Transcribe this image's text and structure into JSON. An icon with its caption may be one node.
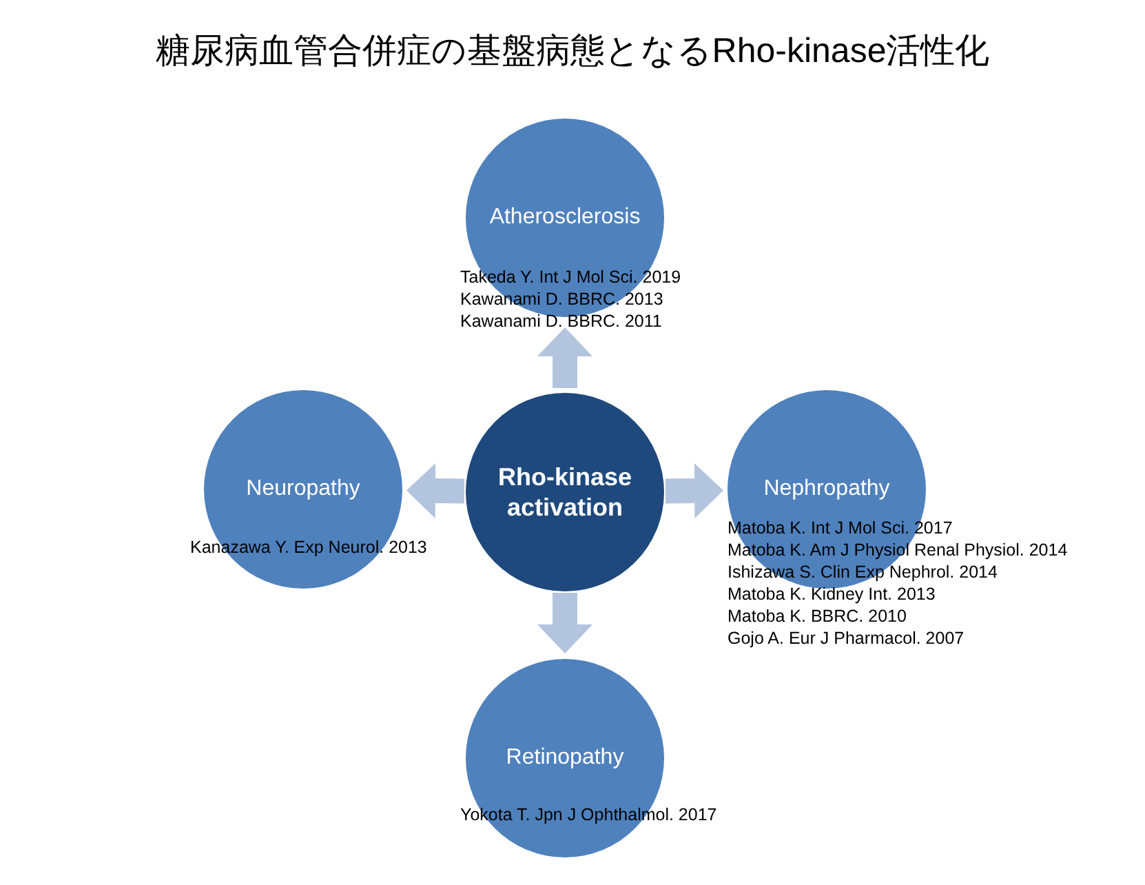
{
  "diagram": {
    "title": "糖尿病血管合併症の基盤病態となるRho-kinase活性化",
    "nodes": [
      {
        "text": [
          "Rho-kinase activation"
        ]
      },
      {
        "text": [
          "Atherosclerosis",
          "Takeda Y. Int J Mol Sci. 2019",
          "Kawanami D. BBRC. 2013",
          "Kawanami D. BBRC. 2011"
        ]
      },
      {
        "text": [
          "Neuropathy",
          "Kanazawa Y. Exp Neurol. 2013"
        ]
      },
      {
        "text": [
          "Nephropathy",
          "Matoba K. Int J Mol Sci. 2017",
          "Matoba K. Am J Physiol Renal Physiol. 2014",
          "Ishizawa S. Clin Exp Nephrol. 2014",
          "Matoba K. Kidney Int. 2013",
          "Matoba K. BBRC. 2010",
          "Gojo A. Eur J Pharmacol. 2007"
        ]
      },
      {
        "text": [
          "Retinopathy",
          "Yokota T. Jpn J Ophthalmol. 2017"
        ]
      }
    ],
    "edges": [
      {
        "from": 0,
        "to": 1,
        "arrow": "to"
      },
      {
        "from": 0,
        "to": 2,
        "arrow": "to"
      },
      {
        "from": 0,
        "to": 3,
        "arrow": "to"
      },
      {
        "from": 0,
        "to": 4,
        "arrow": "to"
      }
    ]
  }
}
